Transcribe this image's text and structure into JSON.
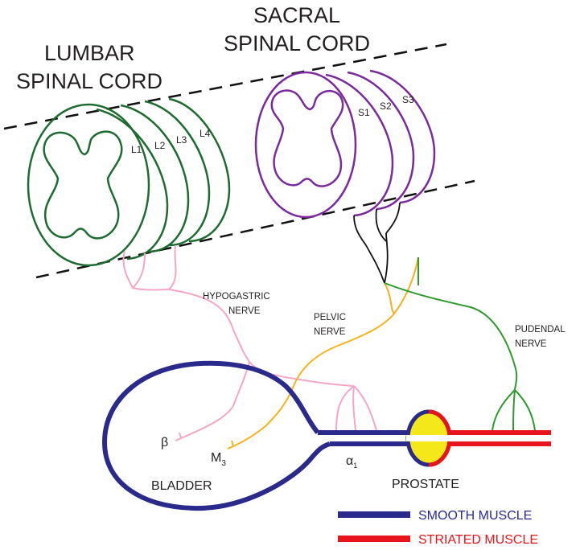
{
  "labels": {
    "lumbar_line1": "LUMBAR",
    "lumbar_line2": "SPINAL CORD",
    "sacral_line1": "SACRAL",
    "sacral_line2": "SPINAL CORD",
    "l1": "L1",
    "l2": "L2",
    "l3": "L3",
    "l4": "L4",
    "s1": "S1",
    "s2": "S2",
    "s3": "S3",
    "hypogastric_line1": "HYPOGASTRIC",
    "hypogastric_line2": "NERVE",
    "pelvic_line1": "PELVIC",
    "pelvic_line2": "NERVE",
    "pudendal_line1": "PUDENDAL",
    "pudendal_line2": "NERVE",
    "beta": "β",
    "m3_base": "M",
    "m3_sub": "3",
    "alpha_base": "α",
    "alpha_sub": "1",
    "bladder": "BLADDER",
    "prostate": "PROSTATE"
  },
  "legend": {
    "smooth": "SMOOTH MUSCLE",
    "striated": "STRIATED MUSCLE"
  },
  "colors": {
    "lumbar": "#1e6b30",
    "sacral": "#7a2a9a",
    "hypogastric": "#f4a6c8",
    "pelvic": "#f6b21a",
    "pudendal": "#2e9a2e",
    "smooth_muscle": "#2a2a8c",
    "striated_muscle": "#e8141c",
    "prostate_fill": "#f5e81a",
    "sacral_roots": "#111111"
  }
}
